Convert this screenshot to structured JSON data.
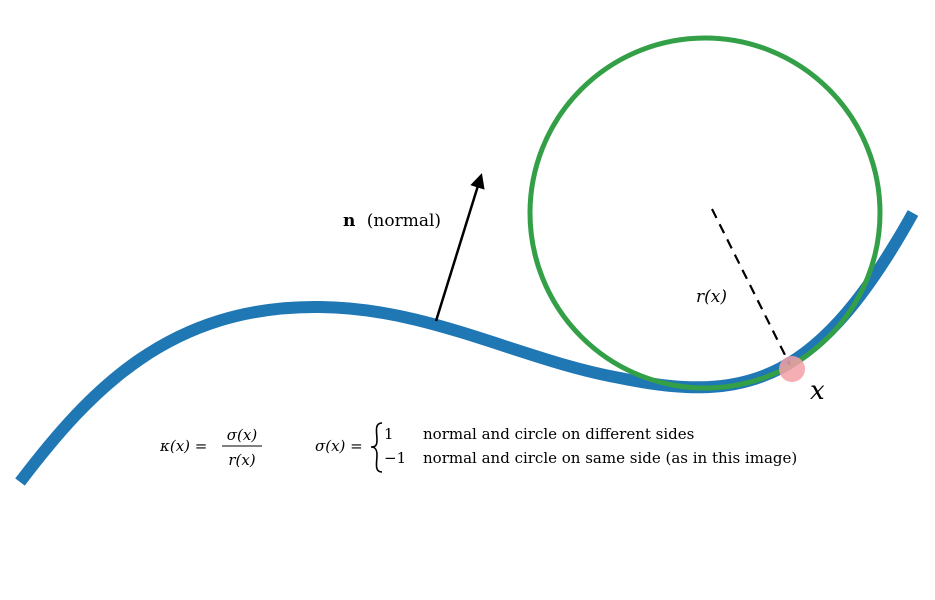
{
  "colors": {
    "curve": "#1f77b4",
    "circle": "#33a047",
    "point": "#f4a0a8",
    "arrow": "#000000",
    "radius": "#000000"
  },
  "labels": {
    "normal_bold": "n",
    "normal_text": "(normal)",
    "radius": "r(x)",
    "point": "x"
  },
  "formulas": {
    "kappa_lhs": "κ(x) =",
    "kappa_num": "σ(x)",
    "kappa_den": "r(x)",
    "sigma_lhs": "σ(x) =",
    "case1_value": "1",
    "case1_text": "normal and circle on different sides",
    "case2_value": "−1",
    "case2_text": "normal and circle on same side (as in this image)"
  }
}
